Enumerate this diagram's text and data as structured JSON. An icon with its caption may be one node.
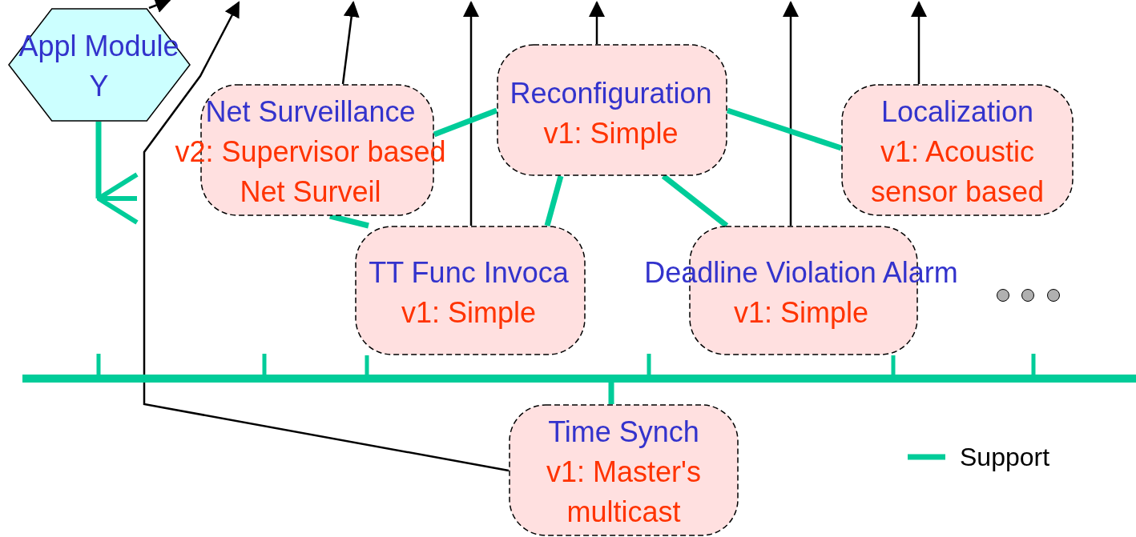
{
  "diagram": {
    "nodes": [
      {
        "text": [
          "Appl Module Y"
        ]
      },
      {
        "text": [
          "Net Surveillance",
          "v2: Supervisor based Net Surveil"
        ]
      },
      {
        "text": [
          "Reconfiguration",
          "v1: Simple"
        ]
      },
      {
        "text": [
          "Localization",
          "v1: Acoustic sensor based"
        ]
      },
      {
        "text": [
          "TT Func Invoca",
          "v1: Simple"
        ]
      },
      {
        "text": [
          "Deadline Violation Alarm",
          "v1: Simple"
        ]
      },
      {
        "text": [
          "Time Synch",
          "v1: Master's multicast"
        ]
      },
      {
        "text": [],
        "shape": "bar"
      }
    ],
    "edges": [
      {
        "from": 1,
        "to": null,
        "arrow": "to",
        "color": "#000000"
      },
      {
        "from": 2,
        "to": null,
        "arrow": "to",
        "color": "#000000"
      },
      {
        "from": 3,
        "to": null,
        "arrow": "to",
        "color": "#000000"
      },
      {
        "from": 4,
        "to": null,
        "arrow": "to",
        "color": "#000000"
      },
      {
        "from": 5,
        "to": null,
        "arrow": "to",
        "color": "#000000"
      },
      {
        "from": 6,
        "to": null,
        "arrow": "to",
        "color": "#000000"
      },
      {
        "from": 0,
        "to": null,
        "arrow": "to",
        "color": "#000000"
      },
      {
        "from": 0,
        "to": null,
        "arrow": "to"
      },
      {
        "from": 1,
        "to": 2,
        "arrow": "none"
      },
      {
        "from": 2,
        "to": 3,
        "arrow": "none"
      },
      {
        "from": 1,
        "to": 4,
        "arrow": "none"
      },
      {
        "from": 2,
        "to": 4,
        "arrow": "none"
      },
      {
        "from": 2,
        "to": 5,
        "arrow": "none"
      },
      {
        "from": 6,
        "to": 7,
        "arrow": "none"
      },
      {
        "from": 4,
        "to": 7,
        "arrow": "none"
      },
      {
        "from": 5,
        "to": 7,
        "arrow": "none"
      }
    ],
    "legend": [
      {
        "text": "Support"
      }
    ]
  }
}
